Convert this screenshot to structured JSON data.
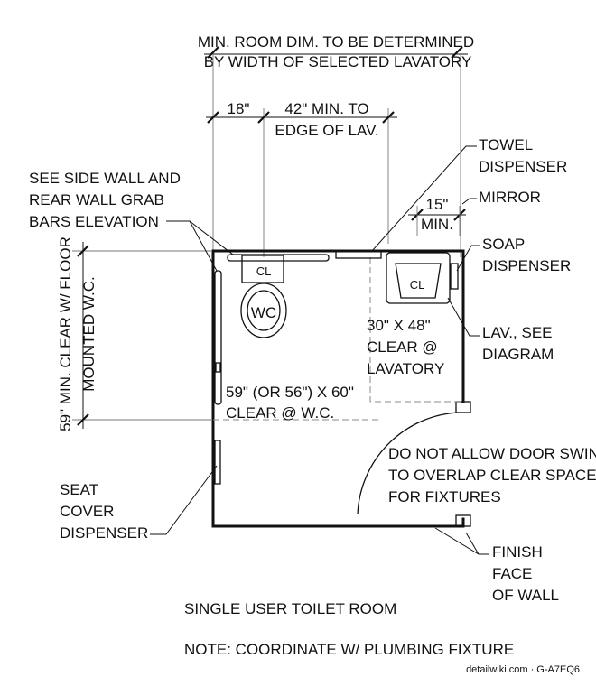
{
  "header": {
    "line1": "MIN. ROOM DIM. TO BE DETERMINED",
    "line2": "BY WIDTH OF SELECTED LAVATORY"
  },
  "dimensions": {
    "grab_bar_offset": "18\"",
    "wc_to_lav_line1": "42\" MIN. TO",
    "wc_to_lav_line2": "EDGE OF LAV.",
    "mirror_offset_line1": "15\"",
    "mirror_offset_line2": "MIN."
  },
  "callouts": {
    "grab_bars": [
      "SEE SIDE WALL AND",
      "REAR WALL GRAB",
      "BARS ELEVATION"
    ],
    "towel": [
      "TOWEL",
      "DISPENSER"
    ],
    "mirror": "MIRROR",
    "soap": [
      "SOAP",
      "DISPENSER"
    ],
    "lavatory": [
      "LAV., SEE",
      "DIAGRAM"
    ],
    "seat_cover": [
      "SEAT",
      "COVER",
      "DISPENSER"
    ],
    "finish": [
      "FINISH",
      "FACE",
      "OF WALL"
    ],
    "door": [
      "DO NOT ALLOW DOOR SWING",
      "TO OVERLAP CLEAR SPACE",
      "FOR FIXTURES"
    ]
  },
  "clearances": {
    "vertical_line1": "59\" MIN. CLEAR W/ FLOOR",
    "vertical_line2": "MOUNTED W.C.",
    "wc_line1": "59\" (OR 56\") X 60\"",
    "wc_line2": "CLEAR @ W.C.",
    "lav_lines": [
      "30\" X 48\"",
      "CLEAR @",
      "LAVATORY"
    ]
  },
  "fixtures": {
    "wc_label": "WC",
    "centerline_symbol": "CL"
  },
  "footer": {
    "title": "SINGLE USER TOILET ROOM",
    "note": "NOTE: COORDINATE W/  PLUMBING FIXTURE"
  },
  "watermark": "detailwiki.com · G-A7EQ6"
}
